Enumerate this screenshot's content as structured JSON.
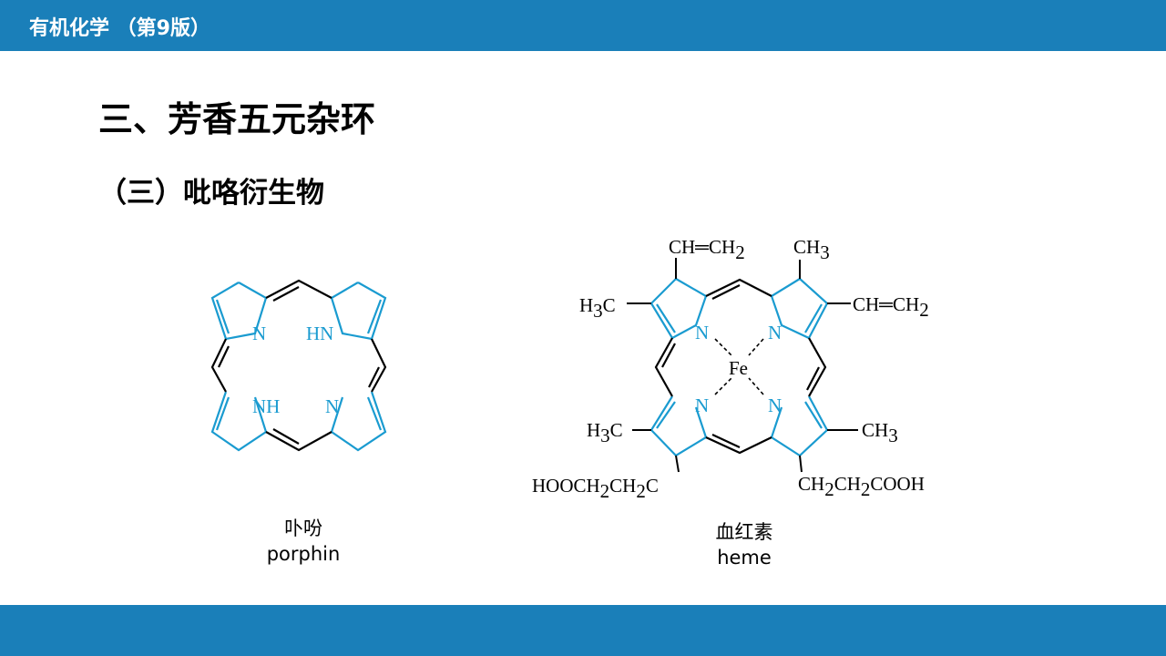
{
  "header": {
    "course_title": "有机化学 （第9版）"
  },
  "main": {
    "section_title": "三、芳香五元杂环",
    "subsection_title": "（三）吡咯衍生物"
  },
  "porphin": {
    "name_cn": "卟吩",
    "name_en": "porphin",
    "atoms": {
      "n1": "N",
      "hn": "HN",
      "nh": "NH",
      "n2": "N"
    }
  },
  "heme": {
    "name_cn": "血红素",
    "name_en": "heme",
    "metal": "Fe",
    "n": "N",
    "groups": {
      "vinyl_top": {
        "text": "CH═CH",
        "sub": "2"
      },
      "methyl_top": {
        "text": "CH",
        "sub": "3"
      },
      "methyl_left_top": {
        "text1": "H",
        "sub": "3",
        "text2": "C"
      },
      "vinyl_right": {
        "text": "CH═CH",
        "sub": "2"
      },
      "methyl_left_bottom": {
        "text1": "H",
        "sub": "3",
        "text2": "C"
      },
      "methyl_right_bottom": {
        "text": "CH",
        "sub": "3"
      },
      "propionate_left": {
        "parts": [
          "HOOCH",
          "2",
          "CH",
          "2",
          "C"
        ]
      },
      "propionate_right": {
        "parts": [
          "CH",
          "2",
          "CH",
          "2",
          "COOH"
        ]
      }
    }
  },
  "colors": {
    "header_bar": "#1a7fb9",
    "ring_blue": "#1a9bd0",
    "black": "#000000"
  }
}
